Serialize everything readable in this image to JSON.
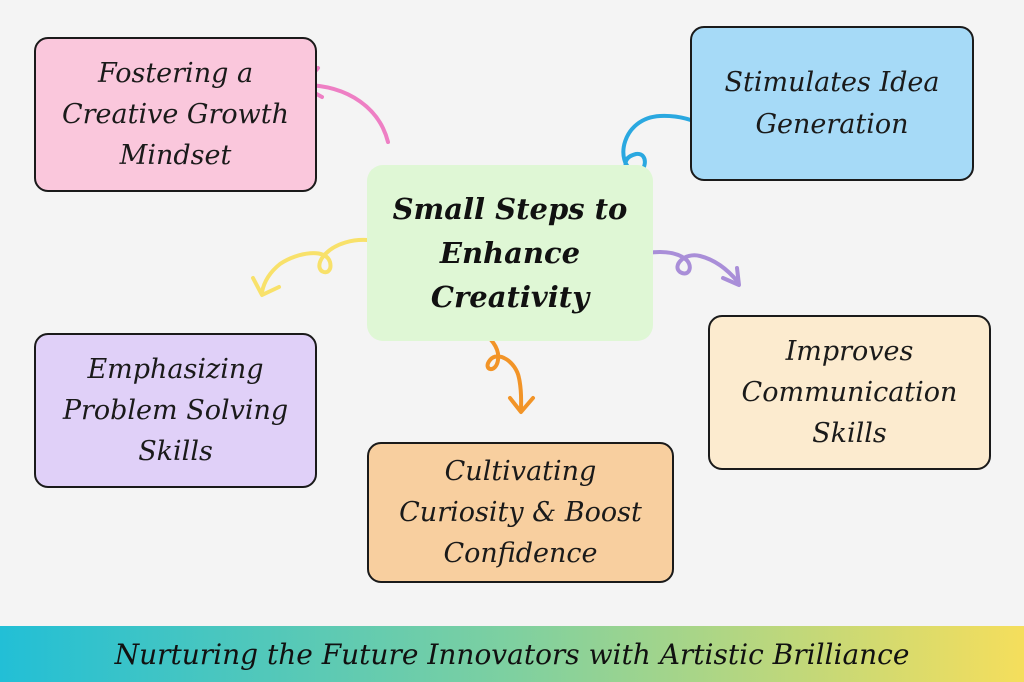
{
  "center": {
    "line1": "Small Steps to",
    "line2": "Enhance",
    "line3": "Creativity"
  },
  "nodes": {
    "fostering": {
      "line1": "Fostering a",
      "line2": "Creative Growth",
      "line3": "Mindset",
      "color": "#fac7dc"
    },
    "stimulates": {
      "line1": "Stimulates Idea",
      "line2": "Generation",
      "color": "#a6daf7"
    },
    "emphasizing": {
      "line1": "Emphasizing",
      "line2": "Problem Solving",
      "line3": "Skills",
      "color": "#e0d0f8"
    },
    "improves": {
      "line1": "Improves",
      "line2": "Communication",
      "line3": "Skills",
      "color": "#fcebcf"
    },
    "cultivating": {
      "line1": "Cultivating",
      "line2": "Curiosity & Boost",
      "line3": "Confidence",
      "color": "#f8cf9f"
    }
  },
  "arrow_colors": {
    "pink": "#ee7fc4",
    "blue": "#2aa8e0",
    "yellow": "#f8e16a",
    "purple": "#a98ed8",
    "orange": "#f29427"
  },
  "footer": {
    "text": "Nurturing the Future Innovators with Artistic Brilliance"
  }
}
